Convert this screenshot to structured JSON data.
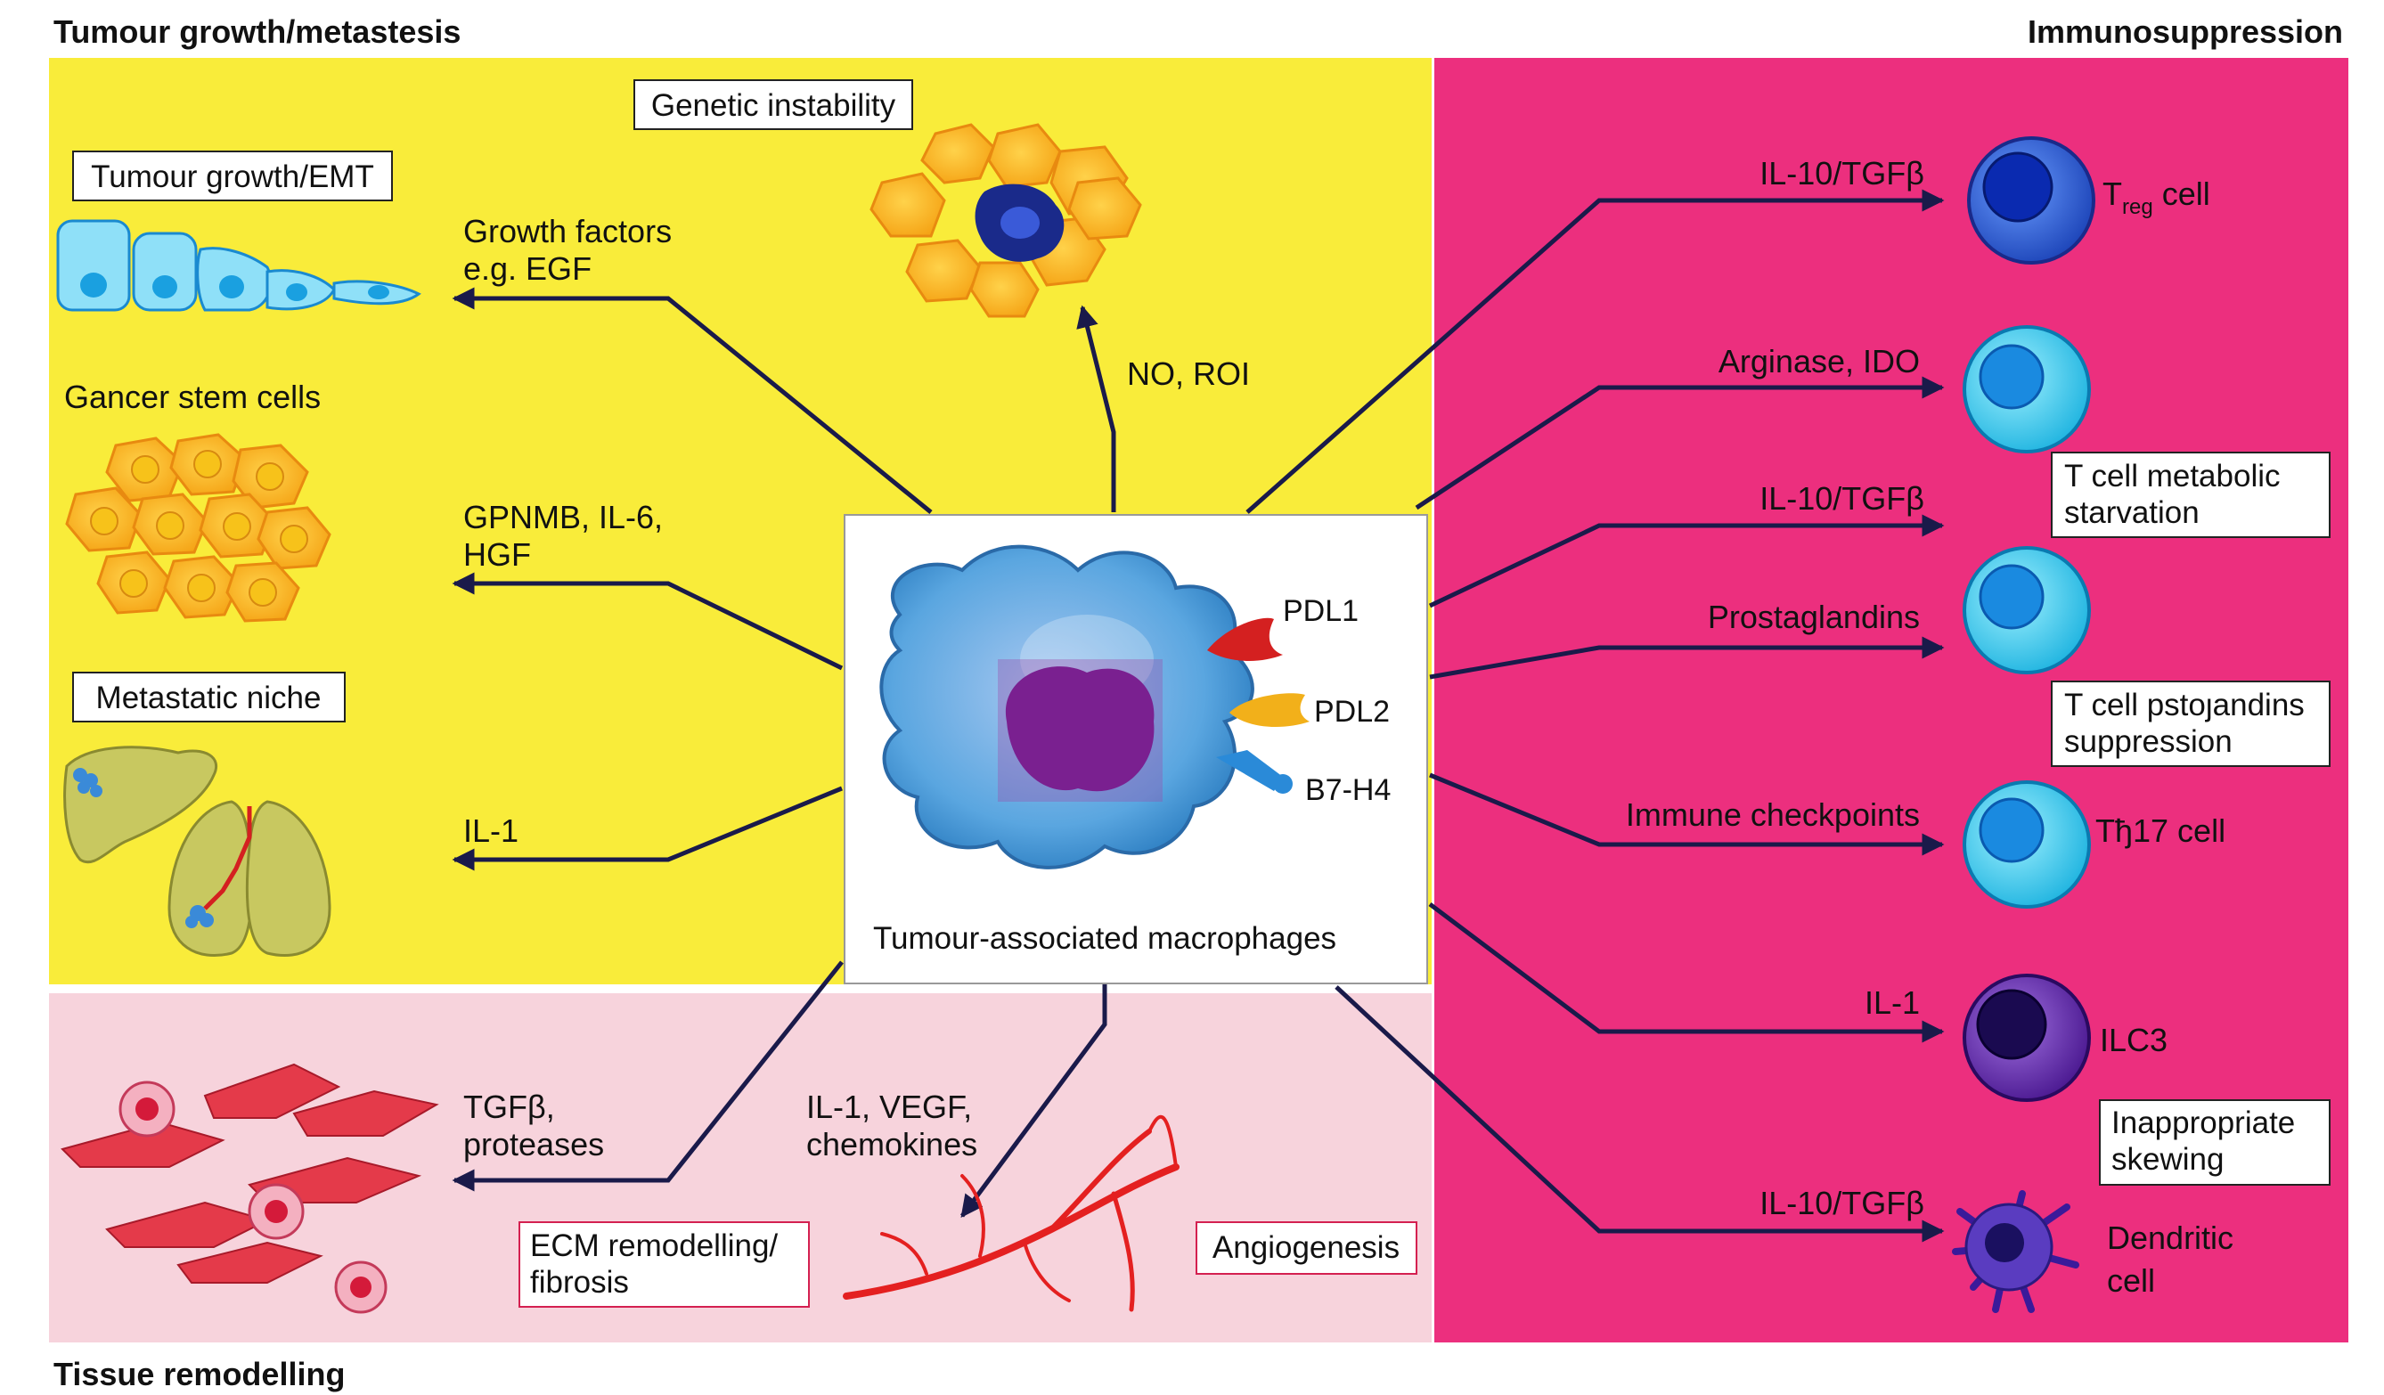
{
  "headings": {
    "tumour_growth_metastasis": "Tumour growth/metastesis",
    "immunosuppression": "Immunosuppression",
    "tissue_remodelling": "Tissue remodelling"
  },
  "center": {
    "label": "Tumour-associated macrophages"
  },
  "receptors": {
    "pdl1": "PDL1",
    "pdl2": "PDL2",
    "b7h4": "B7-H4"
  },
  "left_panel": {
    "genetic_instability": "Genetic instability",
    "no_roi": "NO, ROI",
    "tumour_growth_emt": "Tumour growth/EMT",
    "growth_factors_line1": "Growth factors",
    "growth_factors_line2": "e.g. EGF",
    "cancer_stem_cells": "Gancer stem cells",
    "gpnmb_line1": "GPNMB, IL-6,",
    "gpnmb_line2": "HGF",
    "metastatic_niche": "Metastatic niche",
    "il1": "IL-1"
  },
  "bottom_panel": {
    "tgfb_line1": "TGFβ,",
    "tgfb_line2": "proteases",
    "ecm_line1": "ECM remodelling/",
    "ecm_line2": "fibrosis",
    "il1_vegf_line1": "IL-1, VEGF,",
    "il1_vegf_line2": "chemokines",
    "angiogenesis": "Angiogenesis"
  },
  "right_panel": {
    "arrows": [
      "IL-10/TGFβ",
      "Arginase, IDO",
      "IL-10/TGFβ",
      "Prostaglandins",
      "Immune checkpoints",
      "IL-1",
      "IL-10/TGFβ"
    ],
    "treg_main": "T",
    "treg_sub": "reg",
    "treg_rest": " cell",
    "tcell_metabolic_line1": "T cell metabolic",
    "tcell_metabolic_line2": "starvation",
    "tcell_psto_line1": "T cell pstoȷandins",
    "tcell_psto_line2": "suppression",
    "th17": "Tђ17 cell",
    "ilc3": "ILC3",
    "inappropriate_line1": "Inappropriate",
    "inappropriate_line2": "skewing",
    "dendritic_line1": "Dendritic",
    "dendritic_line2": "cell"
  },
  "colors": {
    "yellow_panel": "#f9ec3a",
    "pink_panel": "#ec2f7e",
    "light_pink_panel": "#f7d3dc",
    "arrow": "#1a1a4a",
    "treg_cell": "#2a5fd4",
    "cyan_cell": "#35c4ec",
    "ilc3_cell": "#6b2aa8",
    "dendritic_cell": "#5a3cc0",
    "macrophage": "#4a9fd8",
    "nucleus": "#7a2090"
  }
}
